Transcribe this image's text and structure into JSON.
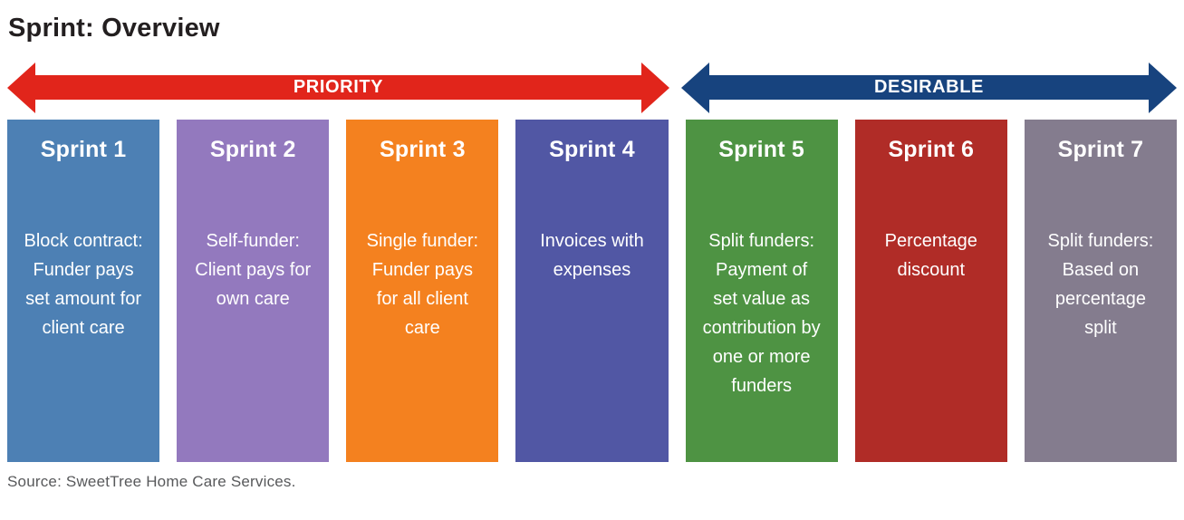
{
  "page": {
    "title": "Sprint: Overview",
    "source": "Source: SweetTree Home Care Services.",
    "background_color": "#ffffff",
    "title_color": "#231f20",
    "source_color": "#58595b"
  },
  "arrows": {
    "priority": {
      "label": "PRIORITY",
      "color": "#e1251b",
      "spans_sprints": "1-4"
    },
    "desirable": {
      "label": "DESIRABLE",
      "color": "#17437e",
      "spans_sprints": "5-7"
    }
  },
  "sprints": [
    {
      "name": "Sprint 1",
      "description": "Block contract: Funder pays set amount for client care",
      "color": "#4d80b4",
      "group": "priority"
    },
    {
      "name": "Sprint 2",
      "description": "Self-funder: Client pays for own care",
      "color": "#9379be",
      "group": "priority"
    },
    {
      "name": "Sprint 3",
      "description": "Single funder: Funder pays for all client care",
      "color": "#f4811f",
      "group": "priority"
    },
    {
      "name": "Sprint 4",
      "description": "Invoices with expenses",
      "color": "#5157a4",
      "group": "priority"
    },
    {
      "name": "Sprint 5",
      "description": "Split funders: Payment of set value as contribution by one or more funders",
      "color": "#4e9343",
      "group": "desirable"
    },
    {
      "name": "Sprint 6",
      "description": "Percentage discount",
      "color": "#b02c27",
      "group": "desirable"
    },
    {
      "name": "Sprint 7",
      "description": "Split funders: Based on percentage split",
      "color": "#847c8e",
      "group": "desirable"
    }
  ]
}
